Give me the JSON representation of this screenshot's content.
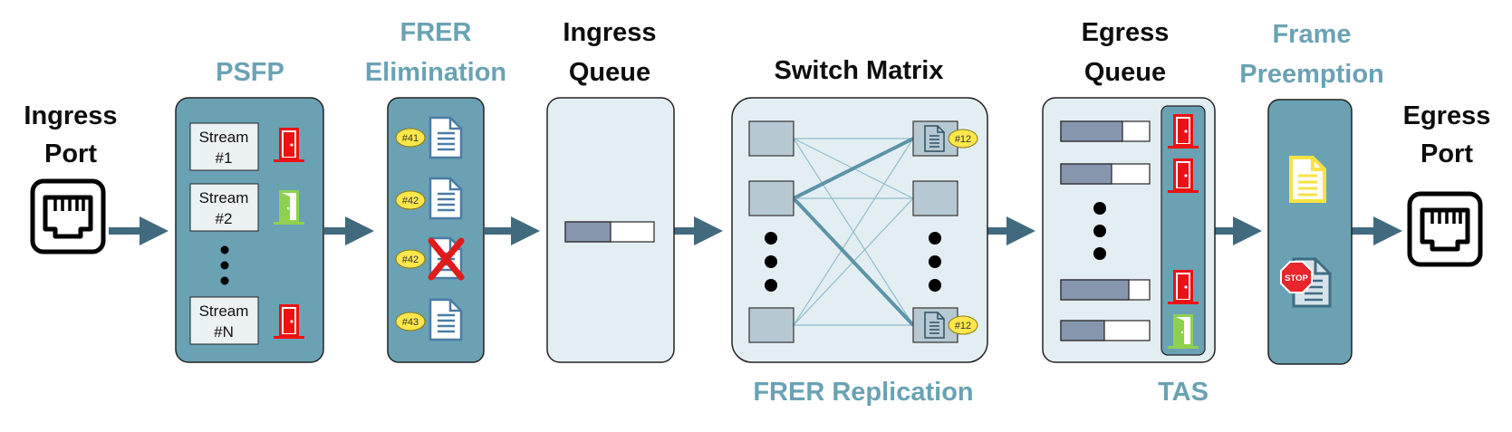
{
  "labels": {
    "ingress_port": [
      "Ingress",
      "Port"
    ],
    "egress_port": [
      "Egress",
      "Port"
    ],
    "psfp": "PSFP",
    "frer_elimination": [
      "FRER",
      "Elimination"
    ],
    "ingress_queue": [
      "Ingress",
      "Queue"
    ],
    "switch_matrix": "Switch Matrix",
    "egress_queue": [
      "Egress",
      "Queue"
    ],
    "frame_preemption": [
      "Frame",
      "Preemption"
    ],
    "frer_replication": "FRER Replication",
    "tas": "TAS"
  },
  "psfp_streams": [
    {
      "line1": "Stream",
      "line2": "#1",
      "gate": "closed"
    },
    {
      "line1": "Stream",
      "line2": "#2",
      "gate": "open"
    },
    {
      "line1": "Stream",
      "line2": "#N",
      "gate": "closed"
    }
  ],
  "frer_elimination_frames": [
    {
      "badge": "#41",
      "eliminated": false
    },
    {
      "badge": "#42",
      "eliminated": false
    },
    {
      "badge": "#42",
      "eliminated": true
    },
    {
      "badge": "#43",
      "eliminated": false
    }
  ],
  "replication_badges": [
    "#12",
    "#12"
  ],
  "tas_gates": [
    "closed",
    "closed",
    "closed",
    "open"
  ],
  "preemption_icons": [
    "document-icon",
    "stop-icon"
  ],
  "stop_sign_text": "STOP",
  "colors": {
    "block_teal": "#6aa2b4",
    "queue_light": "#e3eef3",
    "arrow": "#416a7e",
    "gate_closed": "#ee1111",
    "gate_open": "#8fd14f",
    "badge_yellow": "#fde74c",
    "frame_yellow": "#f7e244",
    "stop_red": "#e8262b"
  }
}
